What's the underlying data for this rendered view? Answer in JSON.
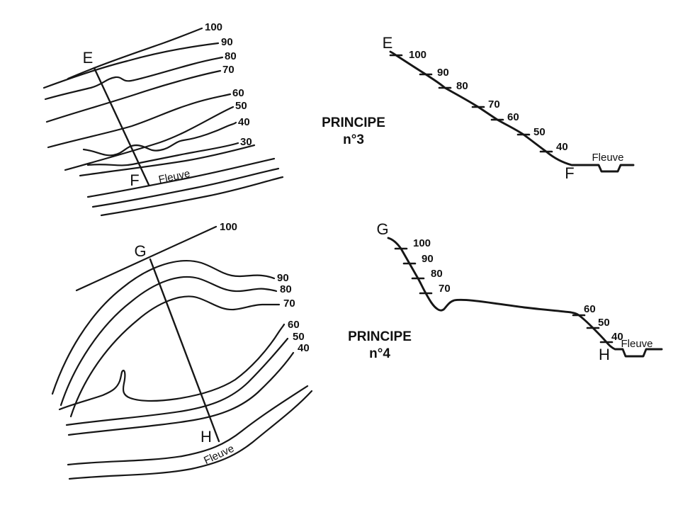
{
  "colors": {
    "ink": "#161616",
    "background": "#ffffff"
  },
  "map1": {
    "top_point": "E",
    "bottom_point": "F",
    "river": "Fleuve",
    "contours": [
      "100",
      "90",
      "80",
      "70",
      "60",
      "50",
      "40",
      "30"
    ]
  },
  "profile1": {
    "title": "PRINCIPE",
    "subtitle": "n°3",
    "top_point": "E",
    "bottom_point": "F",
    "river": "Fleuve",
    "elevations": [
      "100",
      "90",
      "80",
      "70",
      "60",
      "50",
      "40"
    ]
  },
  "map2": {
    "top_point": "G",
    "bottom_point": "H",
    "river": "Fleuve",
    "contours": [
      "100",
      "90",
      "80",
      "70",
      "60",
      "50",
      "40"
    ]
  },
  "profile2": {
    "title": "PRINCIPE",
    "subtitle": "n°4",
    "top_point": "G",
    "bottom_point": "H",
    "river": "Fleuve",
    "elevations": [
      "100",
      "90",
      "80",
      "70",
      "60",
      "50",
      "40"
    ]
  }
}
